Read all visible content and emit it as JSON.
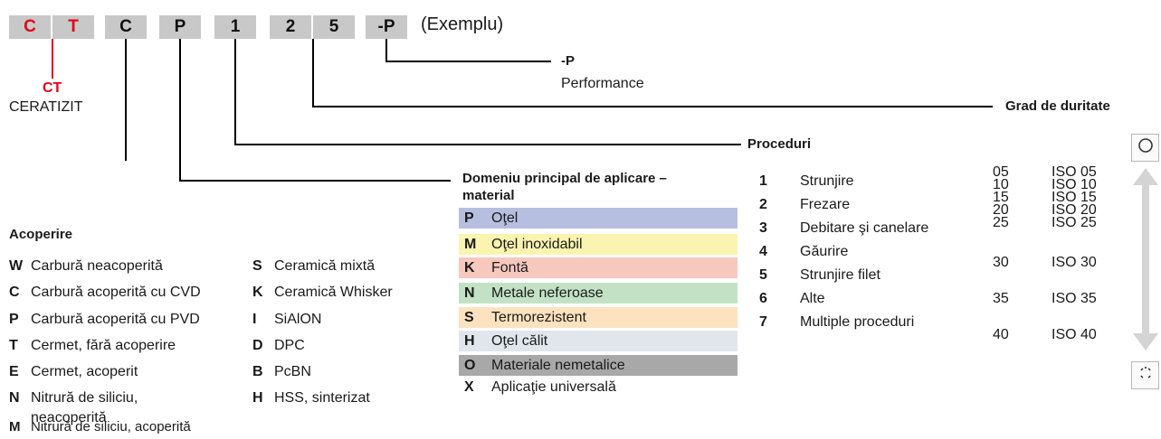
{
  "code": {
    "boxes": [
      {
        "char": "C",
        "color": "#e2001a"
      },
      {
        "char": "T",
        "color": "#e2001a"
      },
      {
        "char": "C",
        "color": "#111111"
      },
      {
        "char": "P",
        "color": "#111111"
      },
      {
        "char": "1",
        "color": "#111111"
      },
      {
        "char": "2",
        "color": "#111111"
      },
      {
        "char": "5",
        "color": "#111111"
      },
      {
        "char": "-P",
        "color": "#111111"
      }
    ],
    "example_label": "(Exemplu)"
  },
  "ct": {
    "code": "CT",
    "name": "CERATIZIT"
  },
  "performance": {
    "code": "-P",
    "name": "Performance"
  },
  "grade": {
    "title": "Grad de duritate"
  },
  "procedures": {
    "title": "Proceduri",
    "items": [
      {
        "key": "1",
        "label": "Strunjire"
      },
      {
        "key": "2",
        "label": "Frezare"
      },
      {
        "key": "3",
        "label": "Debitare şi canelare"
      },
      {
        "key": "4",
        "label": "Găurire"
      },
      {
        "key": "5",
        "label": "Strunjire filet"
      },
      {
        "key": "6",
        "label": "Alte"
      },
      {
        "key": "7",
        "label": "Multiple proceduri"
      }
    ]
  },
  "iso_grades": [
    {
      "num": "05",
      "iso": "ISO 05"
    },
    {
      "num": "10",
      "iso": "ISO 10"
    },
    {
      "num": "15",
      "iso": "ISO 15"
    },
    {
      "num": "20",
      "iso": "ISO 20"
    },
    {
      "num": "25",
      "iso": "ISO 25"
    },
    {
      "num": "30",
      "iso": "ISO 30"
    },
    {
      "num": "35",
      "iso": "ISO 35"
    },
    {
      "num": "40",
      "iso": "ISO 40"
    }
  ],
  "application": {
    "title_line1": "Domeniu principal de aplicare –",
    "title_line2": "material",
    "rows": [
      {
        "key": "P",
        "label": "Oţel",
        "color": "#b7bfe0"
      },
      {
        "key": "M",
        "label": "Oţel inoxidabil",
        "color": "#fbf3b0"
      },
      {
        "key": "K",
        "label": "Fontă",
        "color": "#f7c8bd"
      },
      {
        "key": "N",
        "label": "Metale neferoase",
        "color": "#c3e2c5"
      },
      {
        "key": "S",
        "label": "Termorezistent",
        "color": "#fde2c0"
      },
      {
        "key": "H",
        "label": "Oţel călit",
        "color": "#e1e6ec"
      },
      {
        "key": "O",
        "label": "Materiale nemetalice",
        "color": "#a8a8a8"
      },
      {
        "key": "X",
        "label": "Aplicaţie universală",
        "color": "#ffffff"
      }
    ]
  },
  "coating": {
    "title": "Acoperire",
    "col1": [
      {
        "key": "W",
        "label": "Carbură neacoperită"
      },
      {
        "key": "C",
        "label": "Carbură acoperită cu CVD"
      },
      {
        "key": "P",
        "label": "Carbură acoperită cu PVD"
      },
      {
        "key": "T",
        "label": "Cermet, fără acoperire"
      },
      {
        "key": "E",
        "label": "Cermet, acoperit"
      },
      {
        "key": "N",
        "label": "Nitrură de siliciu,",
        "label2": "neacoperită"
      },
      {
        "key": "M",
        "label": "Nitrură de siliciu, acoperită"
      }
    ],
    "col2": [
      {
        "key": "S",
        "label": "Ceramică mixtă"
      },
      {
        "key": "K",
        "label": "Ceramică Whisker"
      },
      {
        "key": "I",
        "label": "SiAlON"
      },
      {
        "key": "D",
        "label": "DPC"
      },
      {
        "key": "B",
        "label": "PcBN"
      },
      {
        "key": "H",
        "label": "HSS, sinterizat"
      }
    ]
  },
  "controls": {
    "circle_icon": "circle-icon",
    "arrow_icon": "double-arrow-icon",
    "focus_icon": "focus-frame-icon"
  }
}
